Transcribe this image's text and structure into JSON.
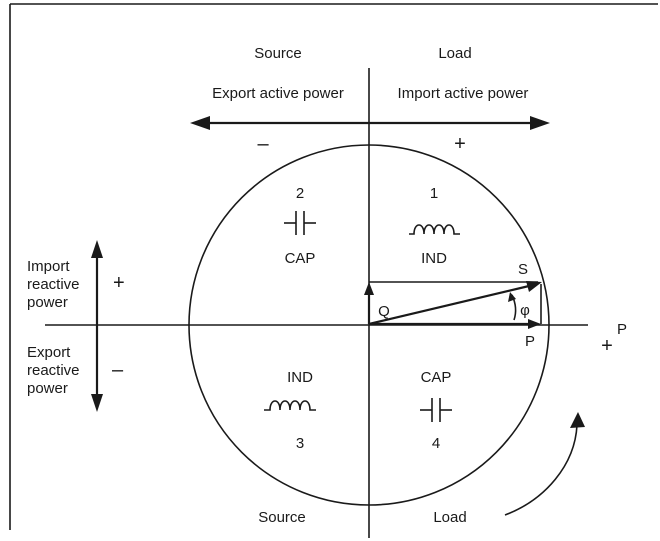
{
  "top": {
    "source": "Source",
    "load": "Load",
    "export_active_power": "Export active power",
    "import_active_power": "Import active power",
    "minus": "–",
    "plus": "+"
  },
  "left": {
    "import_reactive": [
      "Import",
      "reactive",
      "power"
    ],
    "export_reactive": [
      "Export",
      "reactive",
      "power"
    ],
    "plus": "+",
    "minus": "–"
  },
  "quadrants": {
    "q1": {
      "number": "1",
      "type": "IND",
      "symbol": "inductor-icon"
    },
    "q2": {
      "number": "2",
      "type": "CAP",
      "symbol": "capacitor-icon"
    },
    "q3": {
      "number": "3",
      "type": "IND",
      "symbol": "inductor-icon"
    },
    "q4": {
      "number": "4",
      "type": "CAP",
      "symbol": "capacitor-icon"
    }
  },
  "vectors": {
    "s": "S",
    "q": "Q",
    "p": "P",
    "phi": "φ"
  },
  "axis": {
    "p_label": "P",
    "plus": "+"
  },
  "bottom": {
    "source": "Source",
    "load": "Load"
  },
  "colors": {
    "ink": "#1a1a1a",
    "background": "#ffffff"
  }
}
